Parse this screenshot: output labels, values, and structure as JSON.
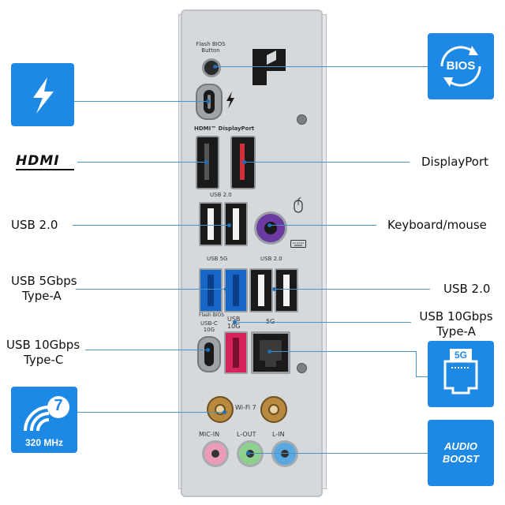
{
  "labels": {
    "usb2_left": "USB 2.0",
    "usb5g_line1": "USB 5Gbps",
    "usb5g_line2": "Type-A",
    "usbc_line1": "USB 10Gbps",
    "usbc_line2": "Type-C",
    "displayport": "DisplayPort",
    "keyboard_mouse": "Keyboard/mouse",
    "usb2_right": "USB 2.0",
    "usb10g_line1": "USB 10Gbps",
    "usb10g_line2": "Type-A"
  },
  "badges": {
    "bios": "BIOS",
    "lan": "5G",
    "wifi_number": "7",
    "wifi_mhz": "320 MHz",
    "audio_line1": "AUDIO",
    "audio_line2": "BOOST",
    "hdmi": "HDMI"
  },
  "panel": {
    "flash_bios_line1": "Flash BIOS",
    "flash_bios_line2": "Button",
    "hdmi_dp": "HDMI™ DisplayPort",
    "usb20_a": "USB 2.0",
    "usb5g": "USB 5G",
    "usb20_b": "USB 2.0",
    "flash_bios_small": "Flash BIOS",
    "usbc_line1": "USB-C",
    "usbc_line2": "10G",
    "usb10g_line1": "USB",
    "usb10g_line2": "10G",
    "lan": "5G",
    "wifi": "Wi-Fi 7",
    "mic_in": "MIC-IN",
    "l_out": "L-OUT",
    "l_in": "L-IN"
  },
  "colors": {
    "accent_blue": "#1e88e5",
    "line_blue": "#4a92c8",
    "panel_gray": "#d6d9dc",
    "mic_pink": "#e99bb8",
    "lout_green": "#8ed08e",
    "lin_blue": "#5aa8e0",
    "usb3_blue": "#1666c7",
    "usb10g_red": "#d6245a"
  },
  "icons": [
    "thunderbolt-icon",
    "bios-refresh-icon",
    "hdmi-logo",
    "lan-port-icon",
    "wifi7-icon",
    "audio-boost-icon",
    "mouse-icon",
    "keyboard-icon"
  ]
}
